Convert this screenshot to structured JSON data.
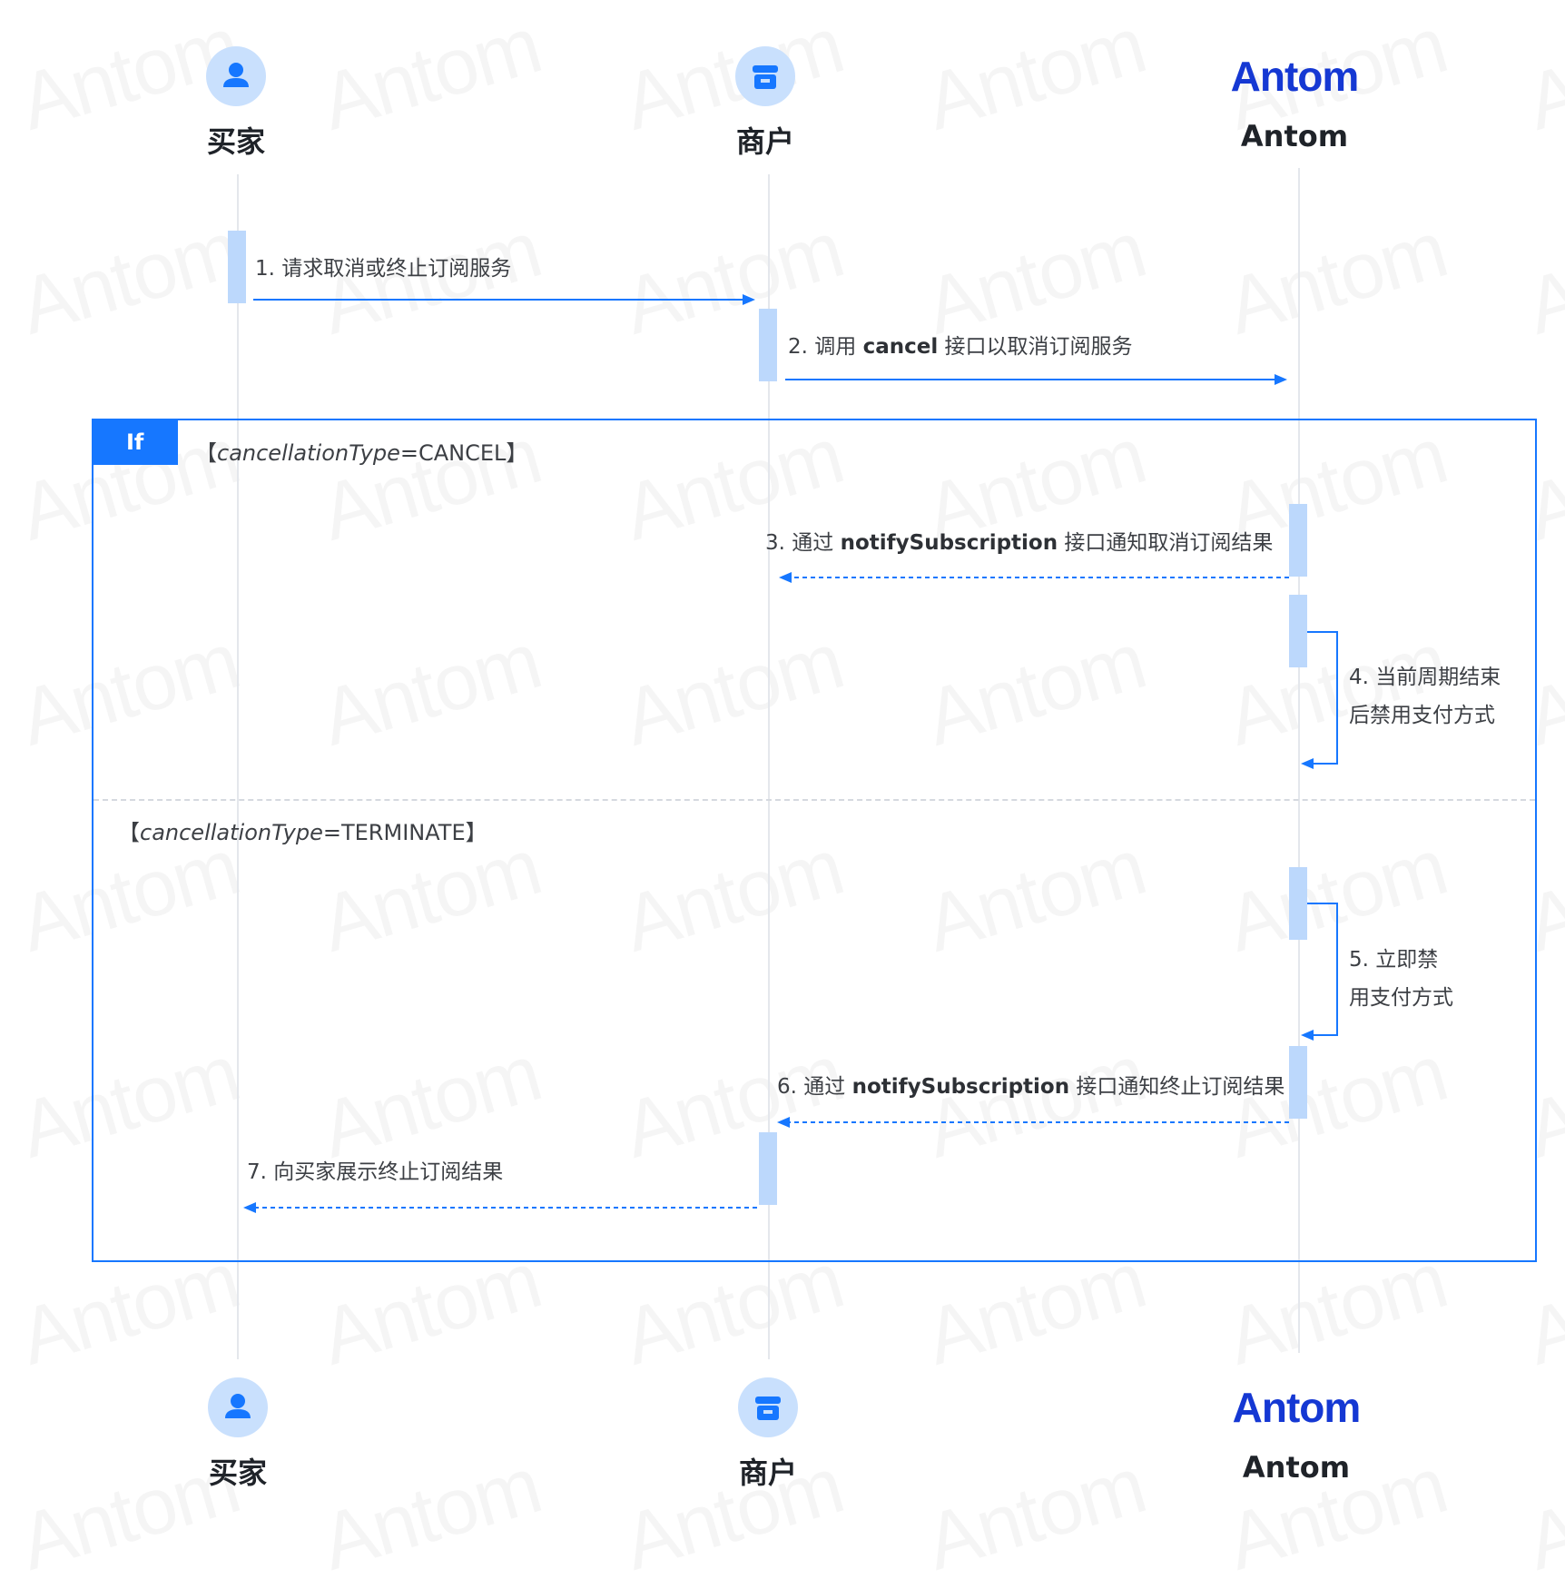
{
  "actors": {
    "buyer": {
      "name": "买家",
      "icon": "user-icon"
    },
    "merchant": {
      "name": "商户",
      "icon": "store-icon"
    },
    "antom": {
      "name": "Antom",
      "logo_text": "Antom"
    }
  },
  "watermark_text": "Antom",
  "messages": {
    "m1": {
      "number": "1.",
      "text": "请求取消或终止订阅服务",
      "style": "solid"
    },
    "m2": {
      "number": "2.",
      "pre": "调用",
      "code": "cancel",
      "post": "接口以取消订阅服务",
      "style": "solid"
    },
    "m3": {
      "number": "3.",
      "pre": "通过",
      "code": "notifySubscription",
      "post": "接口通知取消订阅结果",
      "style": "dashed"
    },
    "m4": {
      "line1": "4. 当前周期结束",
      "line2": "后禁用支付方式",
      "style": "self"
    },
    "m5": {
      "line1": "5. 立即禁",
      "line2": "用支付方式",
      "style": "self"
    },
    "m6": {
      "number": "6.",
      "pre": "通过",
      "code": "notifySubscription",
      "post": "接口通知终止订阅结果",
      "style": "dashed"
    },
    "m7": {
      "number": "7.",
      "text": "向买家展示终止订阅结果",
      "style": "dashed"
    }
  },
  "fragment": {
    "operator": "If",
    "guard1": {
      "open": "【",
      "var": "cancellationType",
      "value": "=CANCEL",
      "close": "】"
    },
    "guard2": {
      "open": "【",
      "var": "cancellationType",
      "value": "=TERMINATE",
      "close": "】"
    }
  },
  "colors": {
    "accent": "#1677ff",
    "activation": "#bcd8fc",
    "icon_bg": "#c9e0fd",
    "logo": "#1538d3",
    "lifeline": "#e4e7ec"
  }
}
